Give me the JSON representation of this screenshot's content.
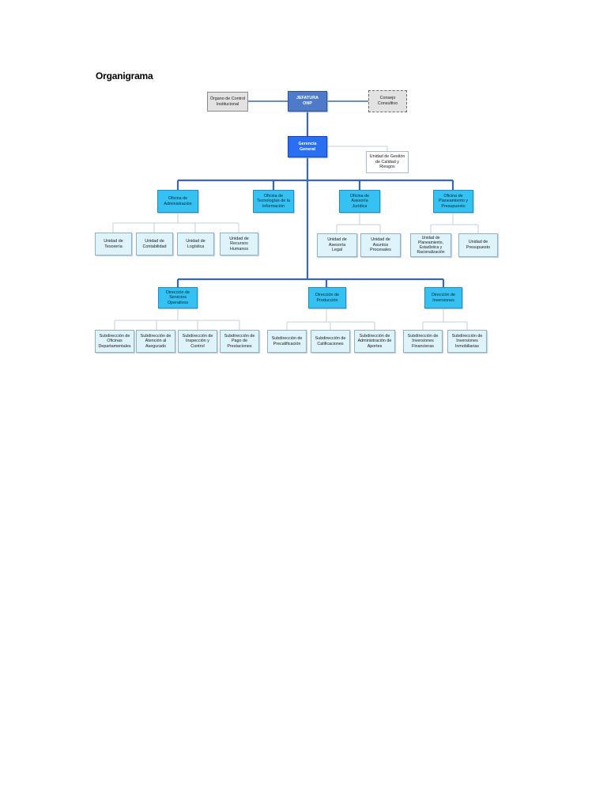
{
  "title": "Organigrama",
  "nodes": {
    "organo_control": "Órgano de Control\nInstitucional",
    "jefatura": "JEFATURA\nONP",
    "consejo": "Consejo\nConsultivo",
    "gerencia": "Gerencia\nGeneral",
    "calidad": "Unidad de Gestión\nde Calidad y\nRiesgos",
    "of_admin": "Oficina de\nAdministración",
    "of_tecno": "Oficina de\nTecnologías de la\nInformación",
    "of_asesoria": "Oficina de\nAsesoría\nJurídica",
    "of_planeamiento": "Oficina de\nPlaneamiento y\nPresupuesto",
    "u_tesoreria": "Unidad de\nTesorería",
    "u_contabilidad": "Unidad de\nContabilidad",
    "u_logistica": "Unidad de\nLogística",
    "u_rrhh": "Unidad de\nRecursos\nHumanos",
    "u_asesoria_legal": "Unidad de\nAsesoría\nLegal",
    "u_asuntos": "Unidad de\nAsuntos\nProcesales",
    "u_racionalizacion": "Unidad de\nPlaneamiento,\nEstadística y\nRacionalización",
    "u_presupuesto": "Unidad de\nPresupuesto",
    "d_servicios": "Dirección de\nServicios\nOperativos",
    "d_produccion": "Dirección de\nProducción",
    "d_inversiones": "Dirección de\nInversiones",
    "s_oficinas": "Subdirección de\nOficinas\nDepartamentales",
    "s_atencion": "Subdirección de\nAtención al\nAsegurado",
    "s_inspeccion": "Subdirección de\nInspección y\nControl",
    "s_pago": "Subdirección de\nPago de\nPrestaciones",
    "s_precalificacion": "Subdirección de\nPrecalificación",
    "s_calificaciones": "Subdirección de\nCalificaciones",
    "s_aportes": "Subdirección de\nAdministración de\nAportes",
    "s_financieras": "Subdirección de\nInversiones\nFinancieras",
    "s_inmobiliarias": "Subdirección de\nInversiones\nInmobiliarias"
  }
}
